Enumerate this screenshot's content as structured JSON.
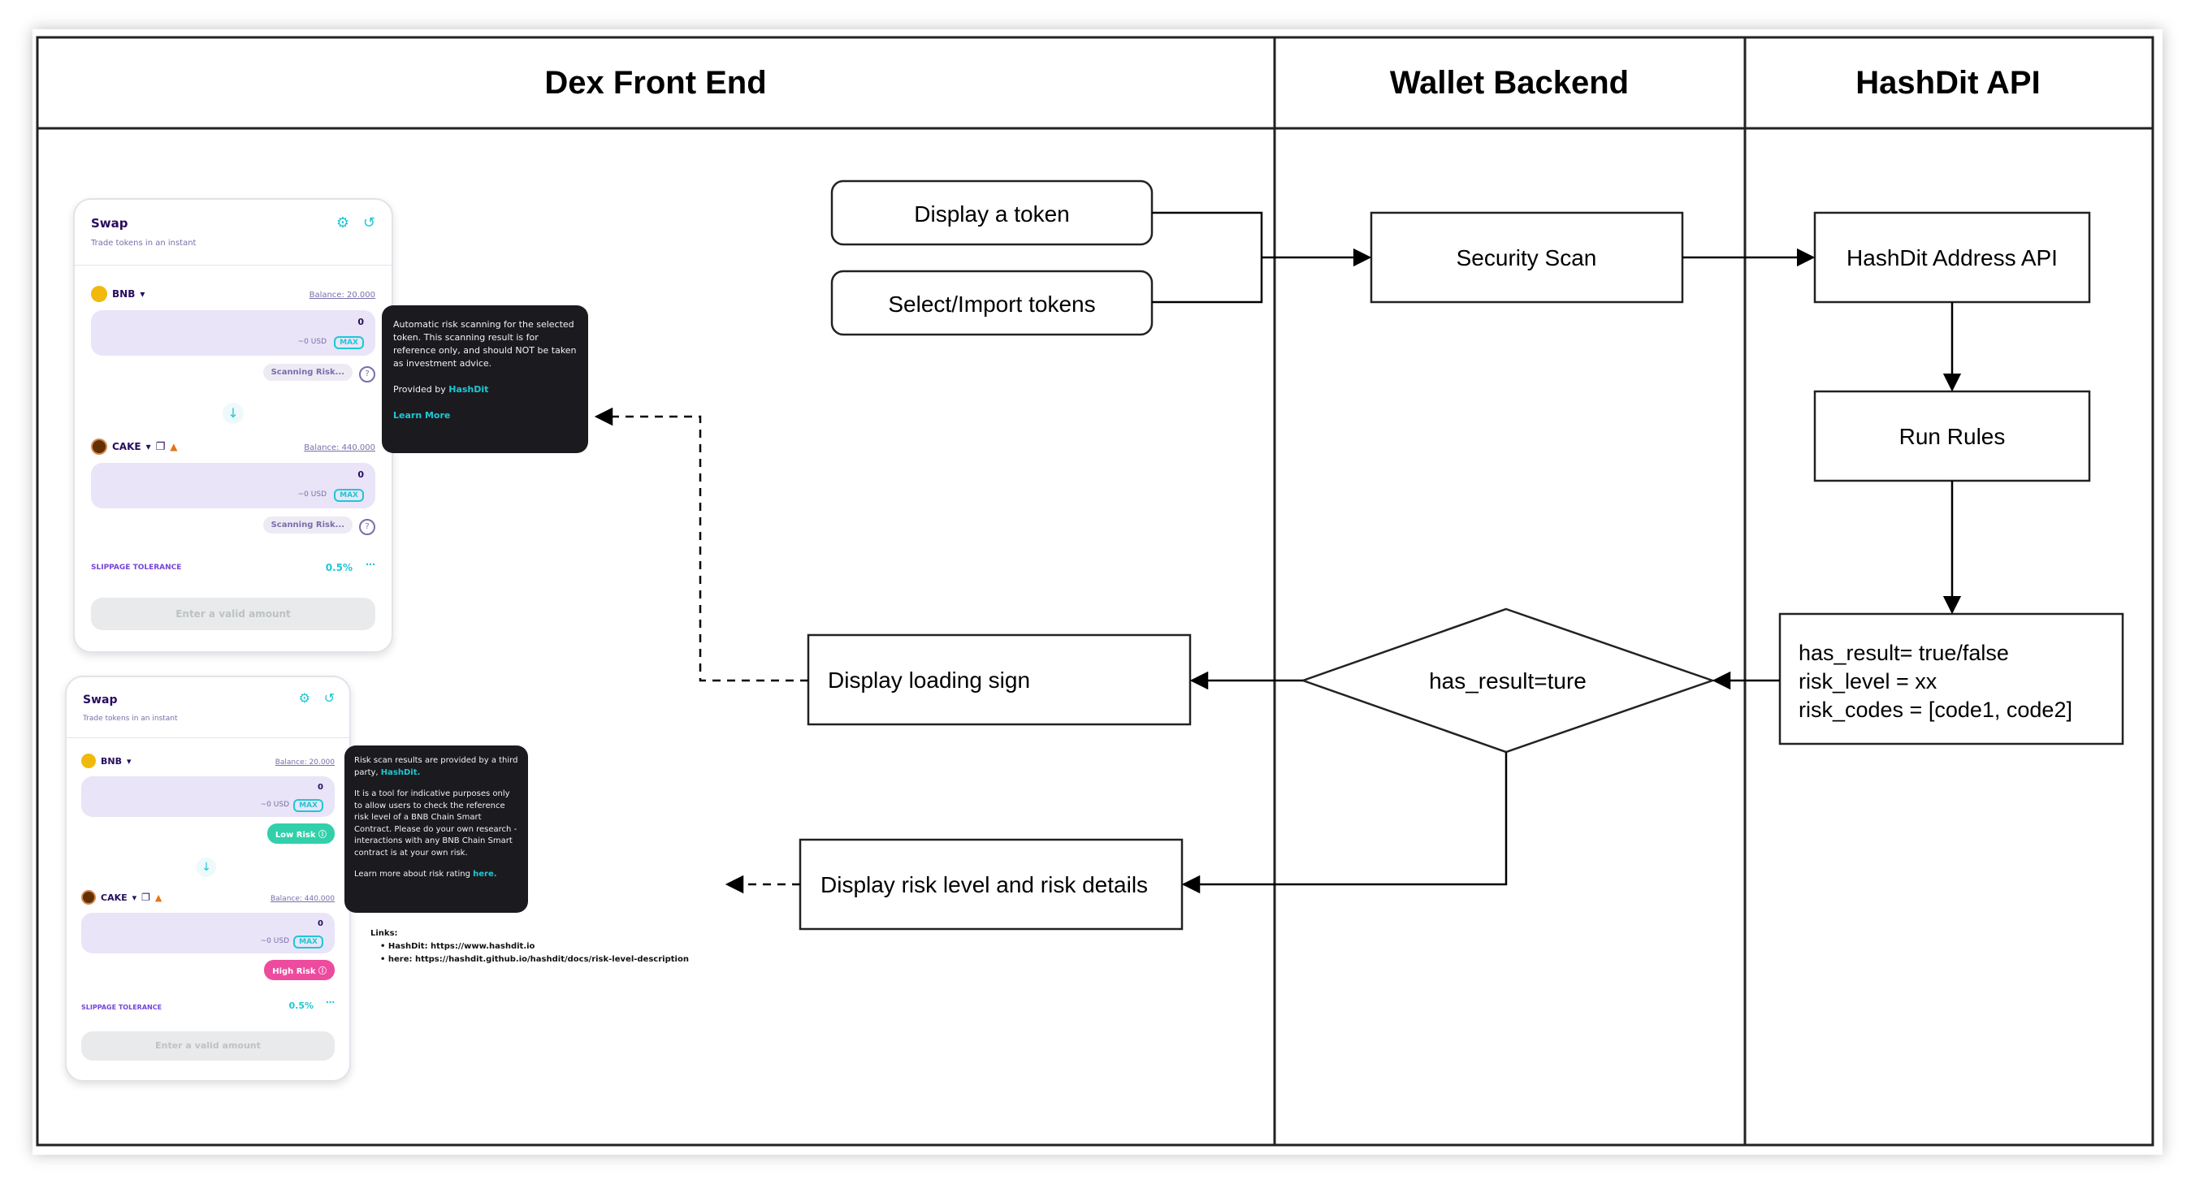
{
  "diagram": {
    "lanes": [
      "Dex Front End",
      "Wallet Backend",
      "HashDit API"
    ],
    "nodes": {
      "display_token": "Display a token",
      "select_import": "Select/Import tokens",
      "security_scan": "Security Scan",
      "hashdit_address_api": "HashDit Address API",
      "run_rules": "Run Rules",
      "result_lines": [
        "has_result= true/false",
        "risk_level = xx",
        "risk_codes = [code1, code2]"
      ],
      "decision": "has_result=ture",
      "display_loading": "Display loading sign",
      "display_risk": "Display risk level and risk details"
    }
  },
  "card1": {
    "title": "Swap",
    "subtitle": "Trade tokens in an instant",
    "token_from": "BNB",
    "balance_from": "Balance: 20.000",
    "amount_from": "0",
    "usd_from": "~0 USD",
    "max": "MAX",
    "scan_from": "Scanning Risk...",
    "token_to": "CAKE",
    "balance_to": "Balance: 440.000",
    "amount_to": "0",
    "usd_to": "~0 USD",
    "scan_to": "Scanning Risk...",
    "slippage_label": "SLIPPAGE TOLERANCE",
    "slippage_value": "0.5%",
    "button": "Enter a valid amount"
  },
  "tooltip1": {
    "text": "Automatic risk scanning for the selected token. This scanning result is for reference only, and should NOT be taken as investment advice.",
    "provided": "Provided by",
    "provider": "HashDit",
    "learn_more": "Learn More"
  },
  "card2": {
    "title": "Swap",
    "subtitle": "Trade tokens in an instant",
    "token_from": "BNB",
    "balance_from": "Balance: 20.000",
    "amount_from": "0",
    "usd_from": "~0 USD",
    "max": "MAX",
    "risk_from": "Low Risk",
    "token_to": "CAKE",
    "balance_to": "Balance: 440.000",
    "amount_to": "0",
    "usd_to": "~0 USD",
    "risk_to": "High Risk",
    "slippage_label": "SLIPPAGE TOLERANCE",
    "slippage_value": "0.5%",
    "button": "Enter a valid amount"
  },
  "tooltip2": {
    "intro": "Risk scan results are provided by a third party,",
    "provider": "HashDit.",
    "body": "It is a tool for indicative purposes only to allow users to check the reference risk level of a BNB Chain Smart Contract. Please do your own research - interactions with any BNB Chain Smart contract is at your own risk.",
    "more": "Learn more about risk rating",
    "here": "here."
  },
  "links": {
    "title": "Links:",
    "items": [
      "HashDit: https://www.hashdit.io",
      "here: https://hashdit.github.io/hashdit/docs/risk-level-description"
    ]
  },
  "colors": {
    "accent": "#1fc7d4",
    "purple_text": "#280d5f",
    "low_risk": "#31d0aa",
    "high_risk": "#ed4b9e",
    "tooltip_bg": "#1b1b1f"
  }
}
